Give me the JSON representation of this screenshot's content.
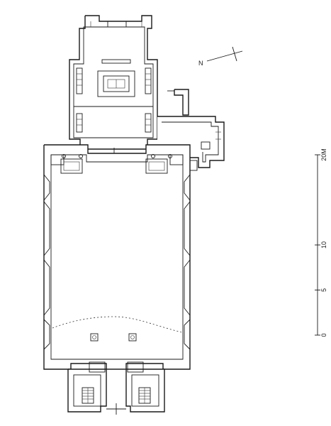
{
  "north": {
    "label": "N"
  },
  "scale": {
    "ticks": [
      {
        "value": 0,
        "label": "0"
      },
      {
        "value": 5,
        "label": "5"
      },
      {
        "value": 10,
        "label": "10"
      },
      {
        "value": 20,
        "label": "20M"
      }
    ]
  }
}
